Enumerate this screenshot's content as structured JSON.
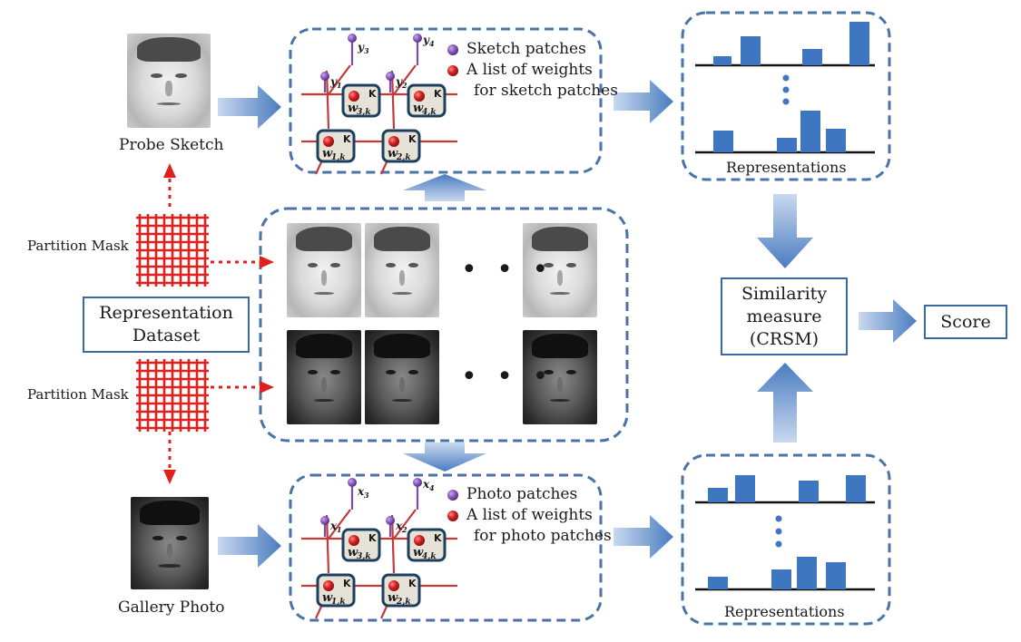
{
  "colors": {
    "box_border": "#4a74a8",
    "arrow_blue": "#4f7fc0",
    "bar_blue": "#3f76c0",
    "mask_red": "#e0201c",
    "node_red": "#c81e1e",
    "node_purple": "#7b4fa8",
    "line_red": "#c23a3a",
    "weight_box_fill": "#e6e2d8",
    "weight_box_border": "#1d3f5e"
  },
  "icons": {
    "probe_sketch": "face-sketch-icon",
    "gallery_photo": "face-photo-icon",
    "partition_mask": "grid-mask-icon"
  },
  "left": {
    "probe_sketch_label": "Probe Sketch",
    "gallery_photo_label": "Gallery Photo",
    "partition_mask_label_top": "Partition Mask",
    "partition_mask_label_bottom": "Partition Mask",
    "dataset_label_line1": "Representation",
    "dataset_label_line2": "Dataset"
  },
  "top_network": {
    "outputs": [
      "y",
      "y",
      "y",
      "y"
    ],
    "output_subs": [
      "1",
      "2",
      "3",
      "4"
    ],
    "weights": [
      "w",
      "w",
      "w",
      "w"
    ],
    "weight_subs": [
      "1,k",
      "2,k",
      "3,k",
      "4,k"
    ],
    "k_label": "K",
    "legend_patches": "Sketch patches",
    "legend_weights_line1": "A list of weights",
    "legend_weights_line2": "for sketch patches"
  },
  "bottom_network": {
    "outputs": [
      "x",
      "x",
      "x",
      "x"
    ],
    "output_subs": [
      "1",
      "2",
      "3",
      "4"
    ],
    "weights": [
      "w",
      "w",
      "w",
      "w"
    ],
    "weight_subs": [
      "1,k",
      "2,k",
      "3,k",
      "4,k"
    ],
    "k_label": "K",
    "legend_patches": "Photo patches",
    "legend_weights_line1": "A list of weights",
    "legend_weights_line2": "for photo patches"
  },
  "center": {
    "ellipsis_top": "• • •",
    "ellipsis_bottom": "• • •"
  },
  "representations": {
    "top_label": "Representations",
    "bottom_label": "Representations"
  },
  "right": {
    "similarity_line1": "Similarity",
    "similarity_line2": "measure",
    "similarity_line3": "(CRSM)",
    "score_label": "Score"
  }
}
